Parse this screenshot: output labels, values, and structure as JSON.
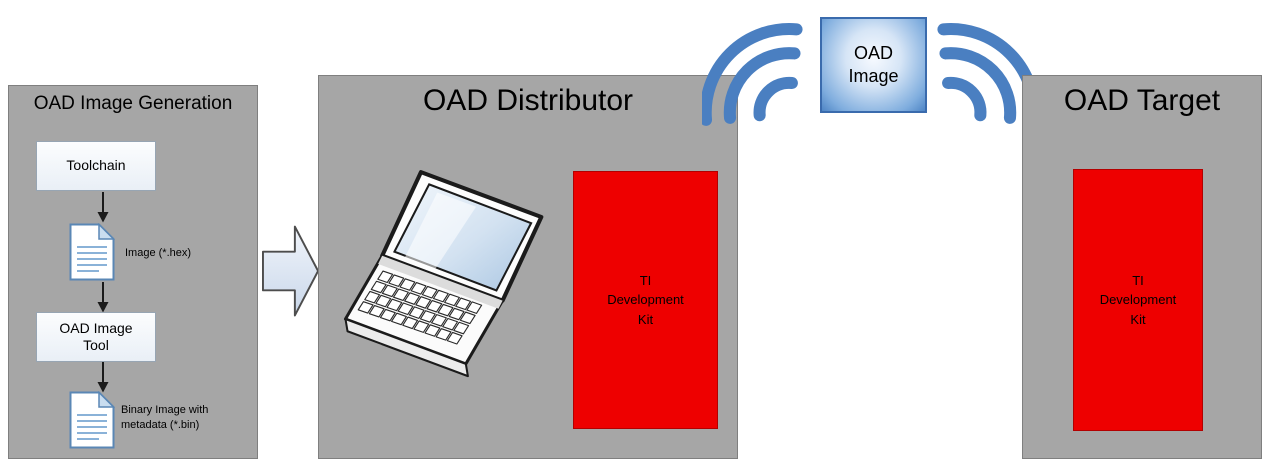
{
  "generation": {
    "title": "OAD Image Generation",
    "toolchain_label": "Toolchain",
    "hex_label": "Image (*.hex)",
    "tool_label": "OAD Image\nTool",
    "bin_label": "Binary Image with\nmetadata  (*.bin)"
  },
  "distributor": {
    "title": "OAD Distributor",
    "kit_label": "TI\nDevelopment\nKit"
  },
  "target": {
    "title": "OAD Target",
    "kit_label": "TI\nDevelopment\nKit"
  },
  "oad_image": {
    "label": "OAD\nImage"
  },
  "icons": {
    "laptop": "laptop-icon",
    "wireless": "wireless-signal-icon",
    "document": "document-icon",
    "flow_arrow": "right-arrow-icon",
    "down_arrow": "down-arrow-icon"
  },
  "colors": {
    "panel_gray": "#a6a6a6",
    "kit_red": "#ee0000",
    "wifi_blue": "#4a7fc1",
    "image_box_blue": "#4e85c5"
  }
}
